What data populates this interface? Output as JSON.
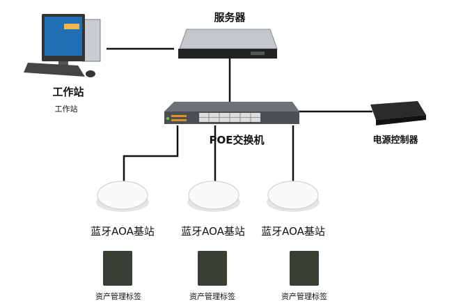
{
  "nodes": {
    "server": {
      "label": "服务器"
    },
    "workstation": {
      "label": "工作站",
      "sublabel": "工作站"
    },
    "switch": {
      "label": "POE交换机"
    },
    "power_controller": {
      "label": "电源控制器"
    },
    "base_stations": [
      {
        "label": "蓝牙AOA基站"
      },
      {
        "label": "蓝牙AOA基站"
      },
      {
        "label": "蓝牙AOA基站"
      }
    ],
    "tags": [
      {
        "label": "资产管理标签"
      },
      {
        "label": "资产管理标签"
      },
      {
        "label": "资产管理标签"
      }
    ]
  }
}
